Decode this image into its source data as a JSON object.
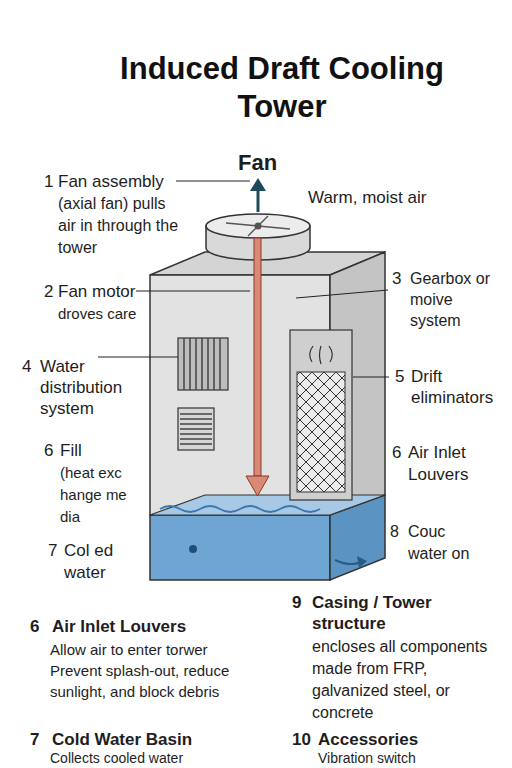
{
  "diagram": {
    "title": "Induced Draft Cooling Tower",
    "labels": [
      "Fan",
      "Warm, moist air",
      "1",
      "Fan assembly",
      "(axial fan) pulls air in through the tower",
      "2",
      "Fan motor",
      "droves care",
      "3",
      "Gearbox or moive system",
      "4",
      "Water distribution system",
      "5",
      "Drift eliminators",
      "6",
      "Fill",
      "(heat exc hange me dia",
      "6",
      "Air Inlet Louvers",
      "7",
      "Col ed water",
      "8",
      "Couc water on",
      "9",
      "Casing / Tower structure",
      "encloses all components made from FRP, galvanized steel, or concrete",
      "6",
      "Air Inlet Louvers",
      "Allow air to enter torwer Prevent splash-out, reduce sunlight, and block debris",
      "7",
      "Cold Water Basin",
      "Collects cooled water",
      "10",
      "Accessories",
      "Vibration switch"
    ]
  }
}
